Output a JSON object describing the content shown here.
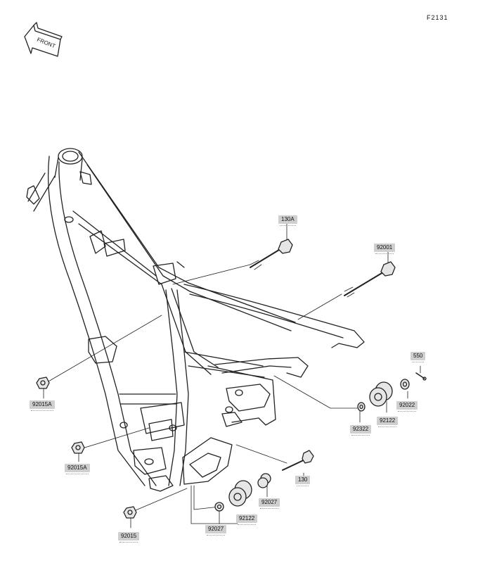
{
  "figure": {
    "code": "F2131",
    "front_label": "FRONT"
  },
  "parts": {
    "p130a": "130A",
    "p92001": "92001",
    "p550": "550",
    "p92022": "92022",
    "p92122_right": "92122",
    "p92322": "92322",
    "p92015a_upper": "92015A",
    "p92015a_lower": "92015A",
    "p130": "130",
    "p92027_right": "92027",
    "p92122_lower": "92122",
    "p92027_lower": "92027",
    "p92015": "92015"
  },
  "colors": {
    "line": "#222222",
    "label_bg": "#cfcfcf",
    "part_fill": "#e6e6e6"
  }
}
